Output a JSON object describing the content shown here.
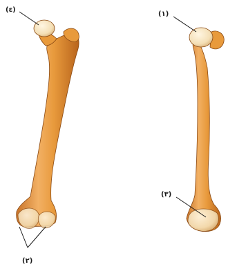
{
  "labels": {
    "femur_head": "(ε)",
    "humerus_head": "(١)",
    "humerus_distal": "(٣)",
    "femur_condyles": "(٢)"
  },
  "colors": {
    "bone_fill": "#e89a3c",
    "bone_highlight": "#f6c98a",
    "bone_shadow": "#b8641c",
    "joint_cap": "#f4dfb6",
    "leader_line": "#1a1a1a"
  }
}
